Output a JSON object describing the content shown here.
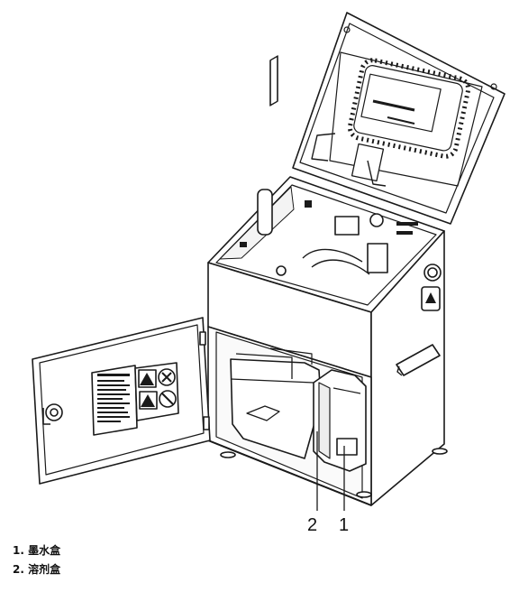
{
  "callouts": [
    {
      "number": "2"
    },
    {
      "number": "1"
    }
  ],
  "legend": [
    {
      "text": "1. 墨水盒"
    },
    {
      "text": "2. 溶剂盒"
    }
  ],
  "warning_label_icons": [
    "warning-triangle-icon",
    "no-entry-icon",
    "warning-triangle-icon",
    "prohibition-icon"
  ]
}
